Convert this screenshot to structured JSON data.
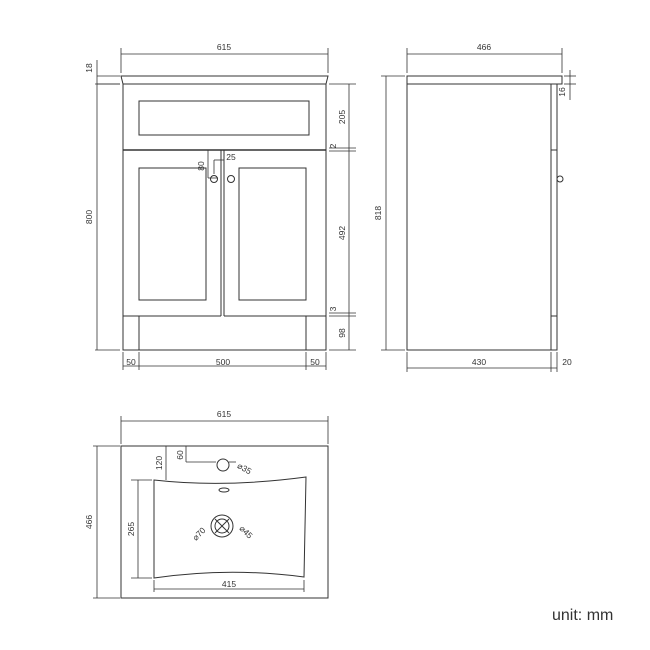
{
  "front": {
    "width": "615",
    "top_thickness": "18",
    "height": "800",
    "drawer_height": "205",
    "gap": "2",
    "door_height": "492",
    "gap_lower": "3",
    "plinth_height": "98",
    "handle_drop": "80",
    "handle_offset": "25",
    "leg_left": "50",
    "plinth_width": "500",
    "leg_right": "50"
  },
  "side": {
    "depth": "466",
    "total_height": "818",
    "top_thickness": "16",
    "body_depth": "430",
    "door_depth": "20"
  },
  "plan": {
    "width": "615",
    "depth": "466",
    "tap_offset": "120",
    "tap_hole_spacing": "60",
    "tap_hole_dia": "⌀35",
    "bowl_depth": "265",
    "bowl_width": "415",
    "waste_outer": "⌀70",
    "waste_inner": "⌀45"
  },
  "unit_label": "unit: mm"
}
